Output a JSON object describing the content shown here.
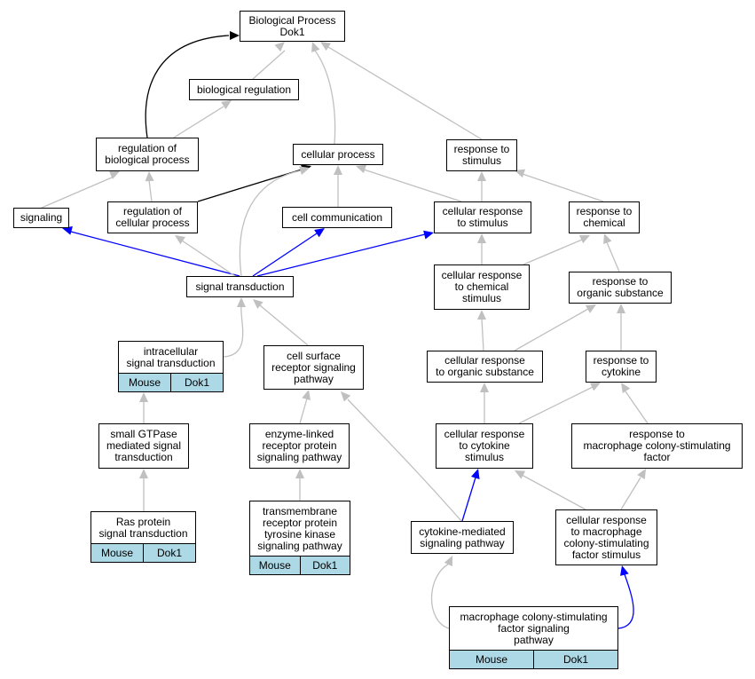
{
  "graph": {
    "root": {
      "line1": "Biological Process",
      "line2": "Dok1"
    },
    "nodes": {
      "biological_regulation": "biological regulation",
      "regulation_of_biological_process": "regulation of\nbiological process",
      "cellular_process": "cellular process",
      "response_to_stimulus": "response to\nstimulus",
      "signaling": "signaling",
      "regulation_of_cellular_process": "regulation of\ncellular process",
      "cell_communication": "cell communication",
      "cellular_response_to_stimulus": "cellular response\nto stimulus",
      "response_to_chemical": "response to\nchemical",
      "signal_transduction": "signal transduction",
      "cellular_response_to_chemical_stimulus": "cellular response\nto chemical\nstimulus",
      "response_to_organic_substance": "response to\norganic substance",
      "intracellular_signal_transduction": "intracellular\nsignal transduction",
      "cell_surface_receptor_signaling_pathway": "cell surface\nreceptor signaling\npathway",
      "cellular_response_to_organic_substance": "cellular response\nto organic substance",
      "response_to_cytokine": "response to\ncytokine",
      "small_gtpase_mediated_signal_transduction": "small GTPase\nmediated signal\ntransduction",
      "enzyme_linked_receptor_protein_signaling_pathway": "enzyme-linked\nreceptor protein\nsignaling pathway",
      "cellular_response_to_cytokine_stimulus": "cellular response\nto cytokine\nstimulus",
      "response_to_macrophage_csf": "response to\nmacrophage colony-stimulating\nfactor",
      "ras_protein_signal_transduction": "Ras protein\nsignal transduction",
      "transmembrane_receptor_protein_tyrosine_kinase_signaling_pathway": "transmembrane\nreceptor protein\ntyrosine kinase\nsignaling pathway",
      "cytokine_mediated_signaling_pathway": "cytokine-mediated\nsignaling pathway",
      "cellular_response_to_macrophage_csf_stimulus": "cellular response\nto macrophage\ncolony-stimulating\nfactor stimulus",
      "macrophage_csf_signaling_pathway": "macrophage colony-stimulating\nfactor signaling\npathway"
    },
    "annotations": {
      "intracellular_signal_transduction": {
        "species": "Mouse",
        "gene": "Dok1"
      },
      "ras_protein_signal_transduction": {
        "species": "Mouse",
        "gene": "Dok1"
      },
      "transmembrane_receptor_protein_tyrosine_kinase_signaling_pathway": {
        "species": "Mouse",
        "gene": "Dok1"
      },
      "macrophage_csf_signaling_pathway": {
        "species": "Mouse",
        "gene": "Dok1"
      }
    },
    "edge_colors": {
      "is_a": "#c0c0c0",
      "regulates": "#000000",
      "part_of": "#0000ff"
    }
  }
}
